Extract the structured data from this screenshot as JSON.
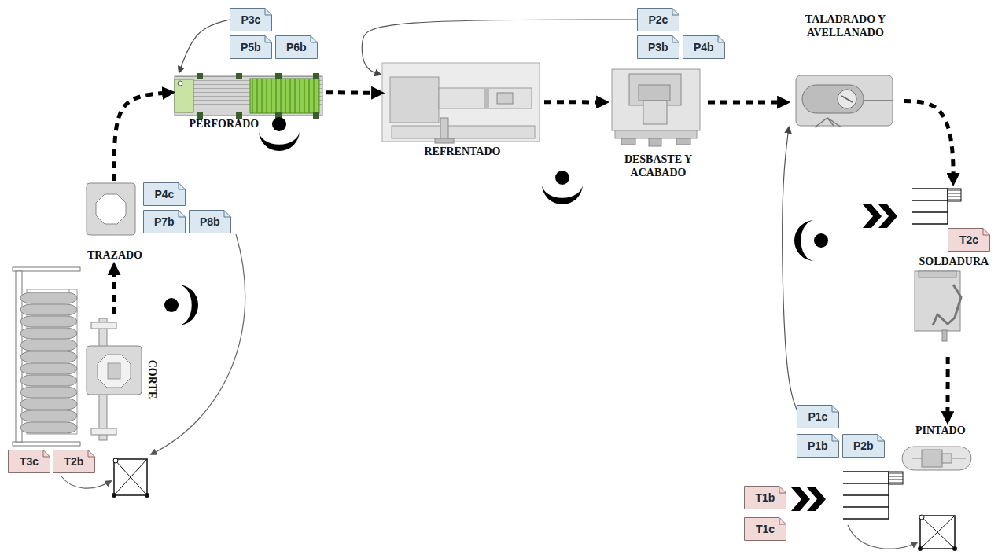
{
  "diagram": {
    "nodes": [
      {
        "text": [
          "PERFORADO"
        ]
      },
      {
        "text": [
          "REFRENTADO"
        ]
      },
      {
        "text": [
          "DESBASTE Y ACABADO"
        ]
      },
      {
        "text": [
          "TALADRADO Y AVELLANADO"
        ]
      },
      {
        "text": [
          "TRAZADO"
        ]
      },
      {
        "text": [
          "SOLDADURA"
        ]
      },
      {
        "text": [
          "CORTE"
        ]
      },
      {
        "text": [
          "PINTADO"
        ]
      },
      {
        "text": [
          "P3c"
        ]
      },
      {
        "text": [
          "P5b"
        ]
      },
      {
        "text": [
          "P6b"
        ]
      },
      {
        "text": [
          "P2c"
        ]
      },
      {
        "text": [
          "P3b"
        ]
      },
      {
        "text": [
          "P4b"
        ]
      },
      {
        "text": [
          "P4c"
        ]
      },
      {
        "text": [
          "P7b"
        ]
      },
      {
        "text": [
          "P8b"
        ]
      },
      {
        "text": [
          "T2c"
        ]
      },
      {
        "text": [
          "T3c"
        ]
      },
      {
        "text": [
          "T2b"
        ]
      },
      {
        "text": [
          "P1c"
        ]
      },
      {
        "text": [
          "P1b"
        ]
      },
      {
        "text": [
          "P2b"
        ]
      },
      {
        "text": [
          "T1b"
        ]
      },
      {
        "text": [
          "T1c"
        ]
      }
    ],
    "edges": [
      {
        "from": 6,
        "to": 4,
        "arrow": "to"
      },
      {
        "from": 4,
        "to": 0,
        "arrow": "to"
      },
      {
        "from": 0,
        "to": 1,
        "arrow": "to"
      },
      {
        "from": 1,
        "to": 2,
        "arrow": "to"
      },
      {
        "from": 2,
        "to": 3,
        "arrow": "to"
      },
      {
        "from": 3,
        "to": 5,
        "arrow": "to"
      },
      {
        "from": 5,
        "to": 7,
        "arrow": "to"
      },
      {
        "from": 8,
        "to": 0,
        "arrow": "to"
      },
      {
        "from": 11,
        "to": 1,
        "arrow": "to"
      },
      {
        "from": 20,
        "to": 3,
        "arrow": "to"
      }
    ]
  }
}
